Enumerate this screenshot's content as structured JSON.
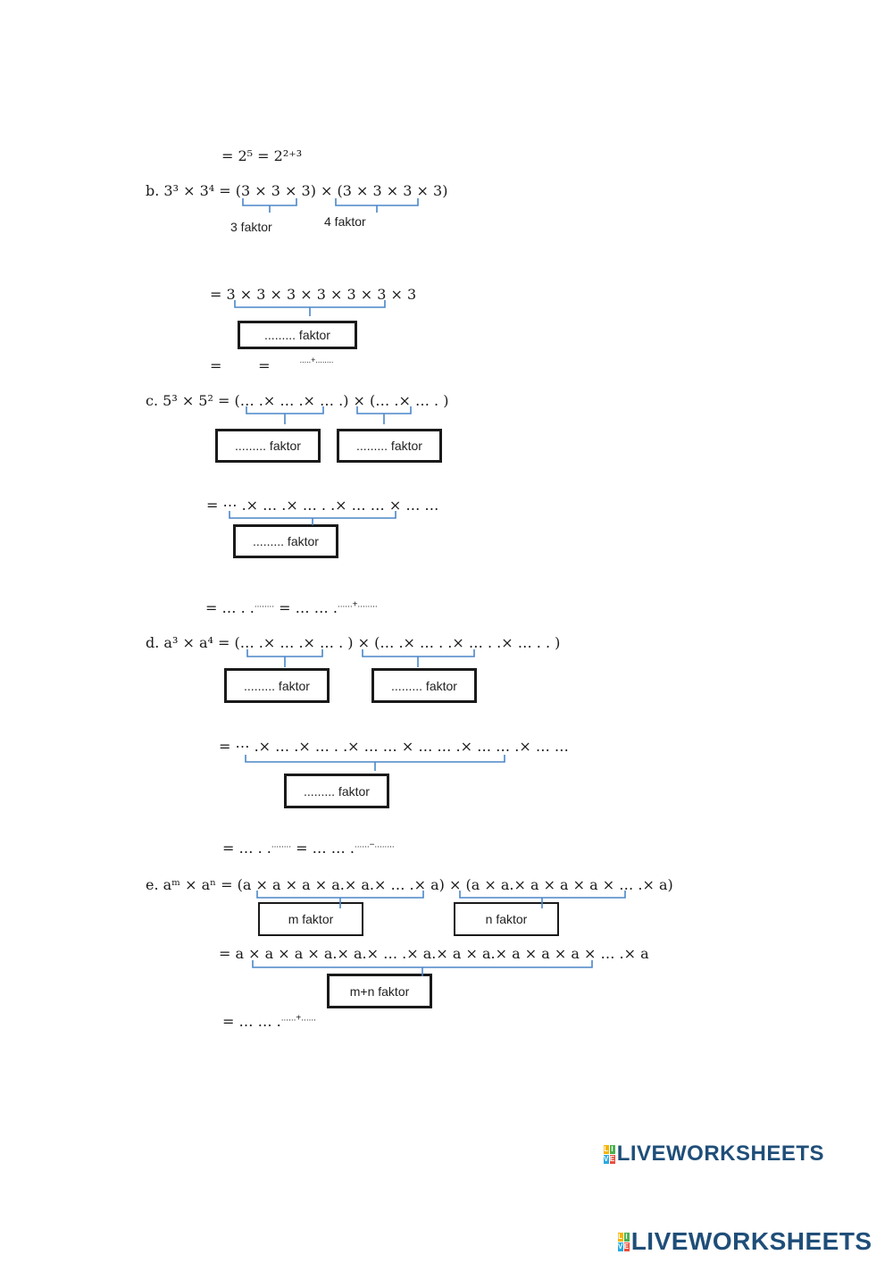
{
  "worksheet": {
    "a": {
      "line": "= 2⁵ = 2²⁺³"
    },
    "b": {
      "line1": "b. 3³ × 3⁴ = (3 × 3 × 3) × (3 × 3 × 3 × 3)",
      "label1": "3 faktor",
      "label2": "4 faktor",
      "line2": "= 3 × 3 × 3 × 3 × 3 × 3 × 3",
      "box": "......... faktor",
      "line3_eq": "=        =",
      "line3_exp": ".....+........"
    },
    "c": {
      "line1": "c. 5³ × 5² = (… .× … .× … .) × (… .× … . )",
      "box1": "......... faktor",
      "box2": "......... faktor",
      "line2": "= ⋯ .× … .× … . .× … … × … …",
      "box3": "......... faktor",
      "line3_a": "= … . .",
      "line3_a_exp": "........",
      "line3_b": "= … … .",
      "line3_b_exp": "......+........"
    },
    "d": {
      "line1": "d. a³ × a⁴ = (… .× … .× … . ) × (… .× … . .× … . .× … . . )",
      "box1": "......... faktor",
      "box2": "......... faktor",
      "line2": "= ⋯ .× … .× … . .× … … × … … .× … … .× … …",
      "box3": "......... faktor",
      "line3_a": "= … . .",
      "line3_a_exp": "........",
      "line3_b": "= … … .",
      "line3_b_exp": "......−........"
    },
    "e": {
      "line1": "e. aᵐ × aⁿ = (a × a × a × a.× a.× … .× a) × (a × a.× a × a × a × … .× a)",
      "box1": "m faktor",
      "box2": "n faktor",
      "line2": "= a × a × a × a.× a.× … .× a.× a × a.× a × a × a × … .× a",
      "box3": "m+n faktor",
      "line3": "= … … .",
      "line3_exp": "......+......"
    }
  },
  "branding": {
    "logo_text_1": "LIVEWORKSHEETS",
    "logo_text_2": "LIVEWORKSHEETS",
    "icon_letters": [
      "L",
      "I",
      "V",
      "E"
    ],
    "icon_colors": [
      "#f4b400",
      "#4caf50",
      "#29a9e0",
      "#e94e3c"
    ],
    "brace_color": "#4a86c8",
    "text_color": "#1f4e79"
  }
}
